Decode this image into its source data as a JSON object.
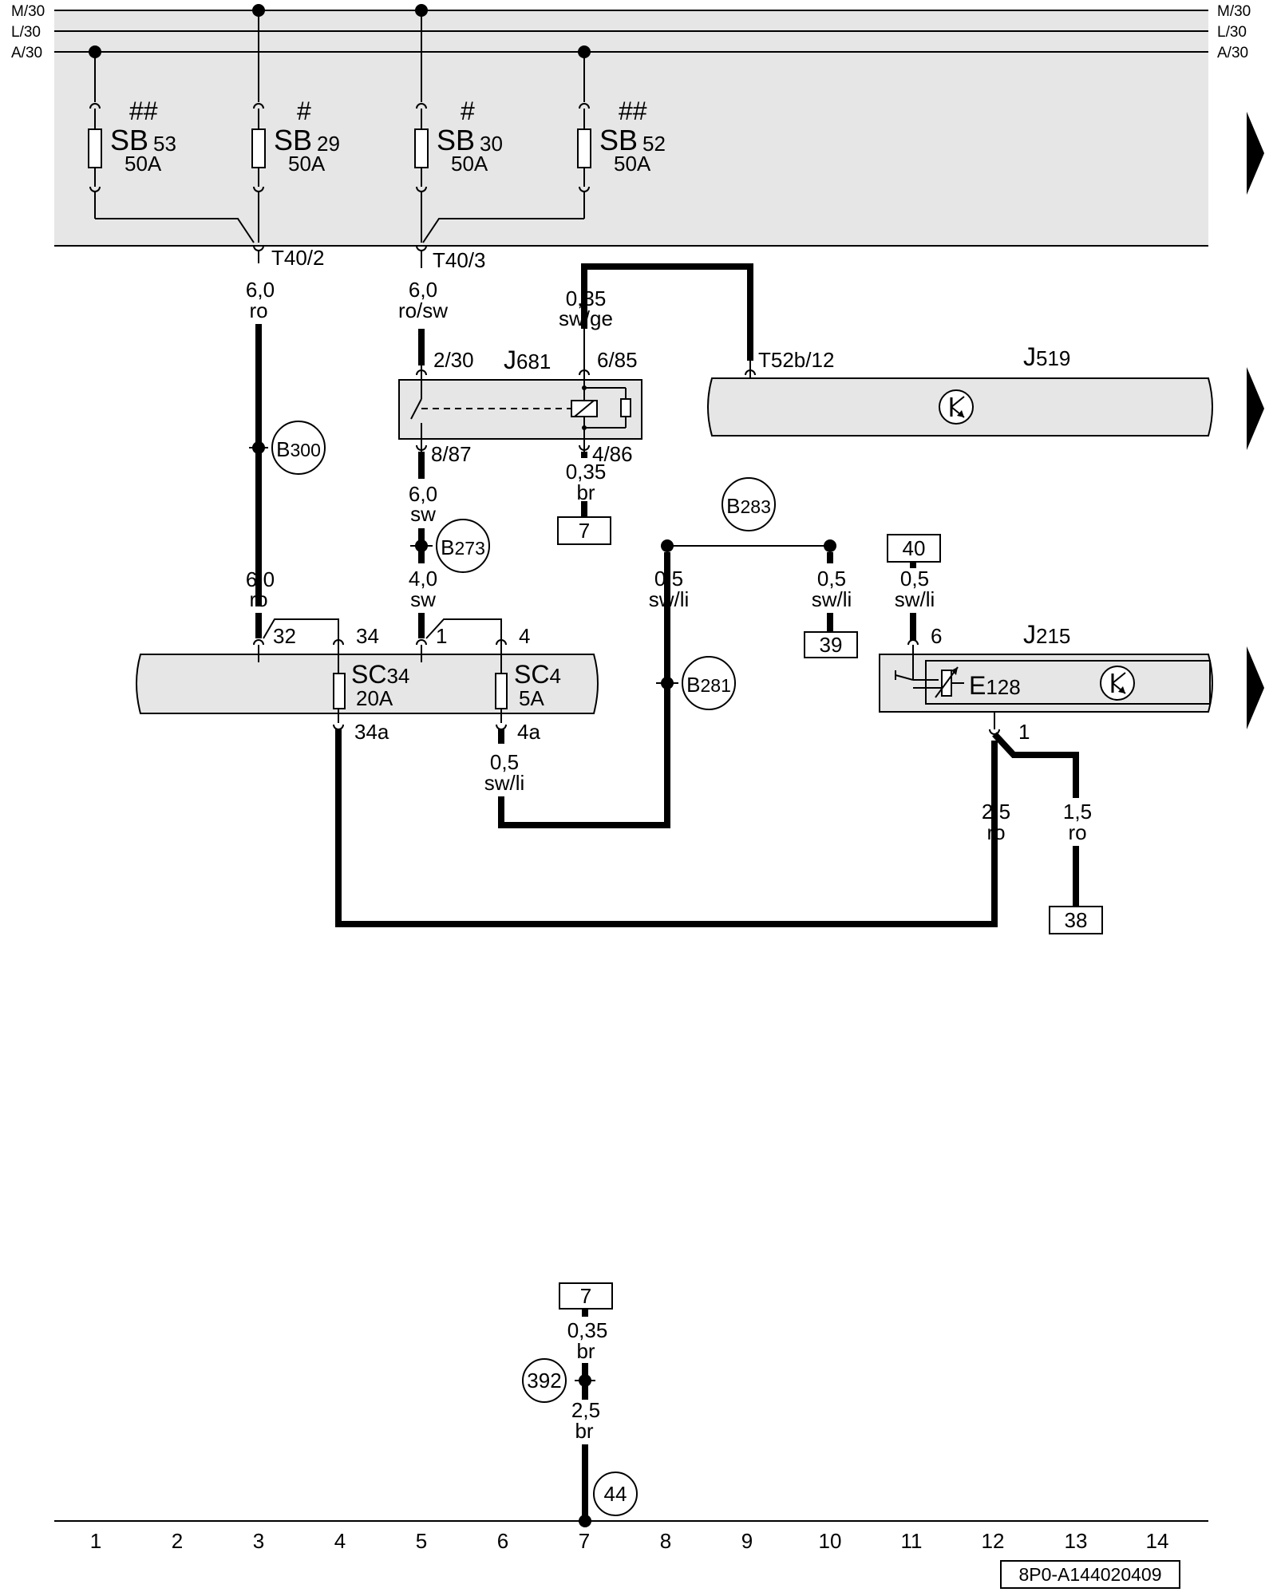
{
  "rails": {
    "left": [
      "M/30",
      "L/30",
      "A/30"
    ],
    "right": [
      "M/30",
      "L/30",
      "A/30"
    ]
  },
  "fuses": [
    {
      "mark": "##",
      "name": "SB",
      "num": "53",
      "amp": "50A"
    },
    {
      "mark": "#",
      "name": "SB",
      "num": "29",
      "amp": "50A"
    },
    {
      "mark": "#",
      "name": "SB",
      "num": "30",
      "amp": "50A"
    },
    {
      "mark": "##",
      "name": "SB",
      "num": "52",
      "amp": "50A"
    }
  ],
  "connectors": {
    "t40_2": "T40/2",
    "t40_3": "T40/3",
    "t52b": "T52b/12"
  },
  "relay": {
    "name": "J",
    "num": "681",
    "pins": {
      "p2_30": "2/30",
      "p6_85": "6/85",
      "p8_87": "8/87",
      "p4_86": "4/86"
    }
  },
  "j519": {
    "name": "J",
    "num": "519"
  },
  "j215": {
    "name": "J",
    "num": "215",
    "pin6": "6",
    "pin1": "1",
    "e_name": "E",
    "e_num": "128"
  },
  "wires": {
    "w1": {
      "size": "6,0",
      "color": "ro"
    },
    "w2": {
      "size": "6,0",
      "color": "ro/sw"
    },
    "w3": {
      "size": "0,35",
      "color": "sw/ge"
    },
    "w4": {
      "size": "0,35",
      "color": "br"
    },
    "w5": {
      "size": "6,0",
      "color": "sw"
    },
    "w6": {
      "size": "6,0",
      "color": "ro"
    },
    "w7": {
      "size": "4,0",
      "color": "sw"
    },
    "w8": {
      "size": "0,5",
      "color": "sw/li"
    },
    "w9": {
      "size": "0,5",
      "color": "sw/li"
    },
    "w10": {
      "size": "0,5",
      "color": "sw/li"
    },
    "w11": {
      "size": "0,5",
      "color": "sw/li"
    },
    "w12": {
      "size": "2,5",
      "color": "ro"
    },
    "w13": {
      "size": "1,5",
      "color": "ro"
    },
    "w14": {
      "size": "0,35",
      "color": "br"
    },
    "w15": {
      "size": "2,5",
      "color": "br"
    }
  },
  "splices": {
    "b300": {
      "name": "B",
      "num": "300"
    },
    "b273": {
      "name": "B",
      "num": "273"
    },
    "b283": {
      "name": "B",
      "num": "283"
    },
    "b281": {
      "name": "B",
      "num": "281"
    },
    "p392": "392",
    "p44": "44"
  },
  "fusebox_c": {
    "pins": {
      "p32": "32",
      "p34": "34",
      "p1": "1",
      "p4": "4",
      "p34a": "34a",
      "p4a": "4a"
    },
    "sc34": {
      "name": "SC",
      "num": "34",
      "amp": "20A"
    },
    "sc4": {
      "name": "SC",
      "num": "4",
      "amp": "5A"
    }
  },
  "refs": {
    "r7": "7",
    "r40": "40",
    "r39": "39",
    "r38": "38",
    "r7b": "7"
  },
  "grid": [
    "1",
    "2",
    "3",
    "4",
    "5",
    "6",
    "7",
    "8",
    "9",
    "10",
    "11",
    "12",
    "13",
    "14"
  ],
  "doc_code": "8P0-A144020409"
}
